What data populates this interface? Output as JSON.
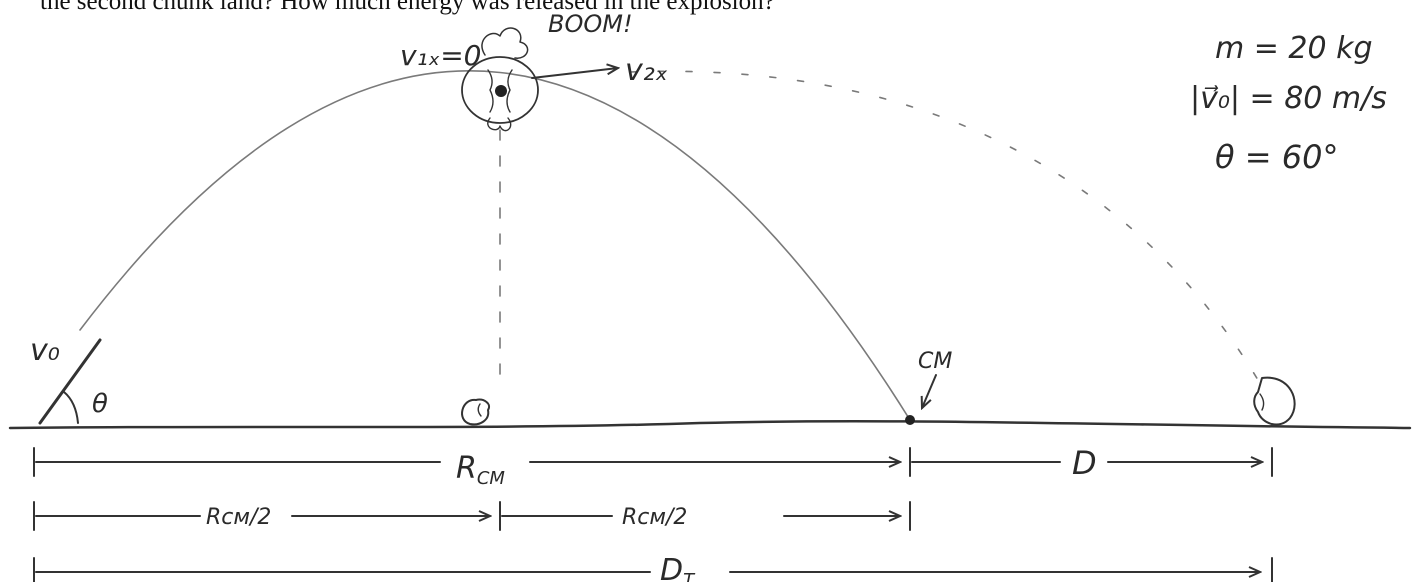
{
  "problem_text_tail": "the second chunk land?  How much energy was released in the explosion?",
  "givens": {
    "mass": "m = 20 kg",
    "velocity": "|v⃗₀| = 80 m/s",
    "angle": "θ = 60°"
  },
  "labels": {
    "boom": "BOOM!",
    "v1x": "v₁ₓ=0",
    "v2x": "v₂ₓ",
    "v0": "v₀",
    "theta": "θ",
    "cm": "CM",
    "rcm": "R",
    "rcm_sub": "CM",
    "half_left": "Rᴄᴍ/2",
    "half_right": "Rᴄᴍ/2",
    "d": "D",
    "dt": "D",
    "dt_sub": "T"
  }
}
